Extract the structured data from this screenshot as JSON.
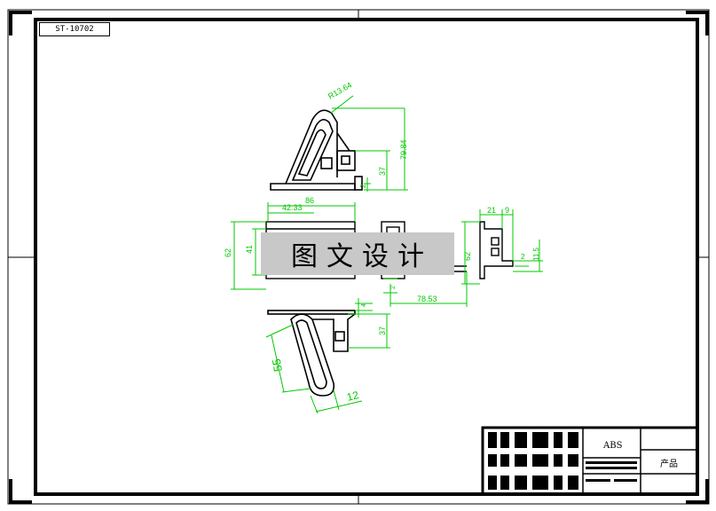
{
  "drawing": {
    "number": "ST-10702",
    "watermark": "图文设计",
    "title_block": {
      "material": "ABS",
      "name": "产品"
    }
  },
  "dimensions": {
    "radius": "R13.64",
    "height_total": "79.84",
    "height_base": "37",
    "thickness_top": "2",
    "width_full": "86",
    "width_mid": "42.33",
    "height_62_left": "62",
    "height_41": "41",
    "height_62_right": "62",
    "width_21": "21",
    "width_9": "9",
    "height_11_5": "11.5",
    "thickness_2_right": "2",
    "length_78_53": "78.53",
    "small_2": "2",
    "small_4": "4",
    "height_37_bottom": "37",
    "length_55": "55",
    "width_12": "12"
  },
  "colors": {
    "outline": "#000000",
    "dimension": "#00c800",
    "watermark_bg": "#c8c8c8"
  }
}
